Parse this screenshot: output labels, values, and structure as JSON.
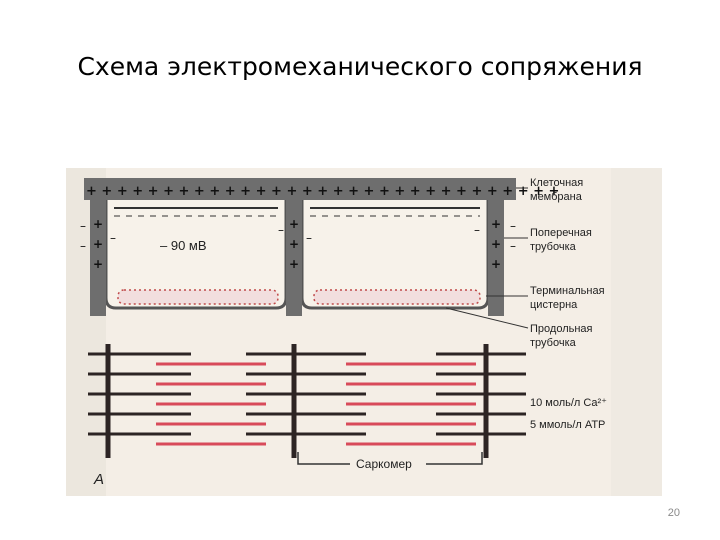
{
  "slide": {
    "title": "Схема электромеханического сопряжения",
    "page_number": "20"
  },
  "diagram": {
    "labels": {
      "cell_membrane": [
        "Клеточная",
        "мембрана"
      ],
      "t_tubule": [
        "Поперечная",
        "трубочка"
      ],
      "terminal_cistern": [
        "Терминальная",
        "цистерна"
      ],
      "longitudinal_tubule": [
        "Продольная",
        "трубочка"
      ],
      "potential": "– 90 мВ",
      "calcium": "10 моль/л Ca²⁺",
      "atp": "5 ммоль/л АТР",
      "sarcomere": "Саркомер",
      "panel_letter": "А"
    },
    "colors": {
      "background": "#f4eee6",
      "membrane": "#6e6e6e",
      "cistern_fill": "#f2dede",
      "cistern_dots": "#c04a4a",
      "actin": "#d84a5a",
      "myosin": "#2c2424",
      "ink": "#222222"
    }
  }
}
